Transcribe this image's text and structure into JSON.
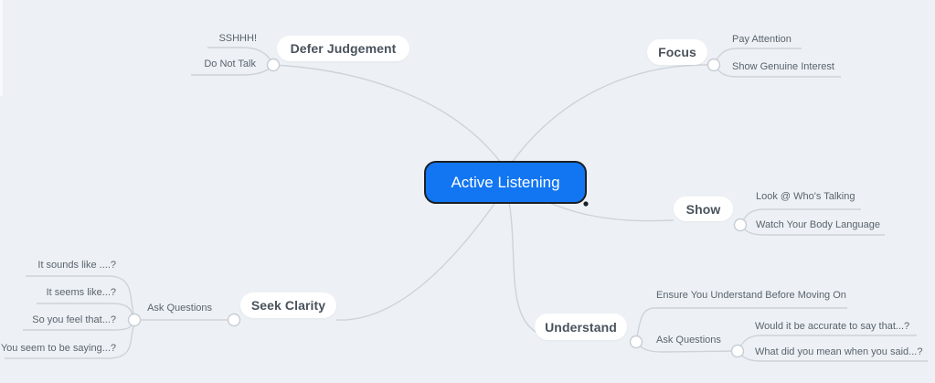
{
  "app": {
    "background_color": "#edf1f5",
    "wire_color": "#cdd3d9",
    "accent_color": "#1276f2"
  },
  "root": {
    "label": "Active Listening",
    "fill_color": "#1276f2",
    "border_color": "#1b2026",
    "text_color": "#ffffff"
  },
  "branches": [
    {
      "label": "Defer Judgement",
      "children": [
        {
          "label": "SSHHH!"
        },
        {
          "label": "Do Not Talk"
        }
      ]
    },
    {
      "label": "Focus",
      "children": [
        {
          "label": "Pay Attention"
        },
        {
          "label": "Show Genuine Interest"
        }
      ]
    },
    {
      "label": "Show",
      "children": [
        {
          "label": "Look @ Who's Talking"
        },
        {
          "label": "Watch Your Body Language"
        }
      ]
    },
    {
      "label": "Understand",
      "children": [
        {
          "label": "Ensure You Understand Before Moving On"
        },
        {
          "label": "Ask Questions",
          "children": [
            {
              "label": "Would it be accurate to say that...?"
            },
            {
              "label": "What did you mean when you said...?"
            }
          ]
        }
      ]
    },
    {
      "label": "Seek Clarity",
      "children": [
        {
          "label": "Ask Questions",
          "children": [
            {
              "label": "It sounds like ....?"
            },
            {
              "label": "It seems like...?"
            },
            {
              "label": "So you feel that...?"
            },
            {
              "label": "You seem to be saying...?"
            }
          ]
        }
      ]
    }
  ]
}
